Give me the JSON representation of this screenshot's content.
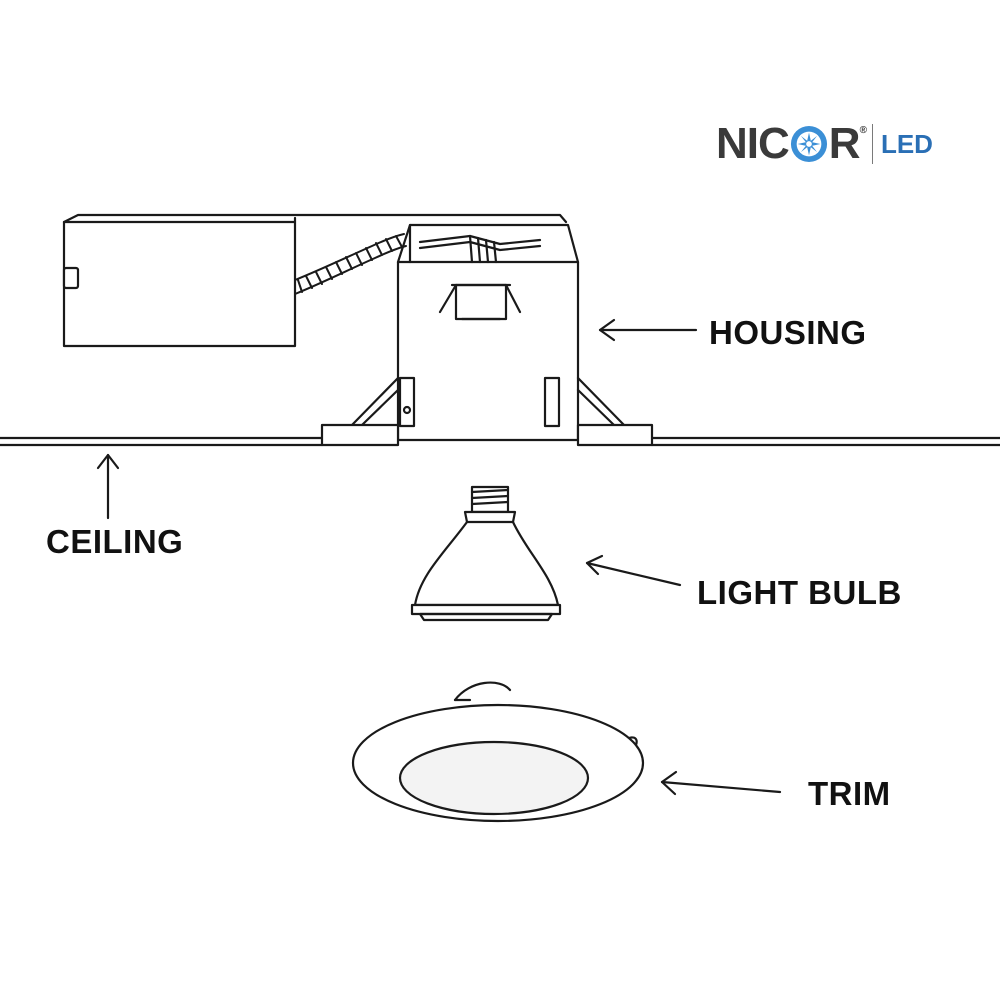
{
  "logo": {
    "brand_part1": "NIC",
    "brand_part2": "R",
    "registered": "®",
    "suffix": "LED",
    "colors": {
      "brand_text": "#3a3a3a",
      "led_text": "#2a6fb5",
      "sun": "#3b8fd6"
    }
  },
  "labels": {
    "housing": "HOUSING",
    "ceiling": "CEILING",
    "light_bulb": "LIGHT BULB",
    "trim": "TRIM"
  },
  "colors": {
    "line": "#1a1a1a",
    "text": "#111111",
    "background": "#ffffff"
  }
}
